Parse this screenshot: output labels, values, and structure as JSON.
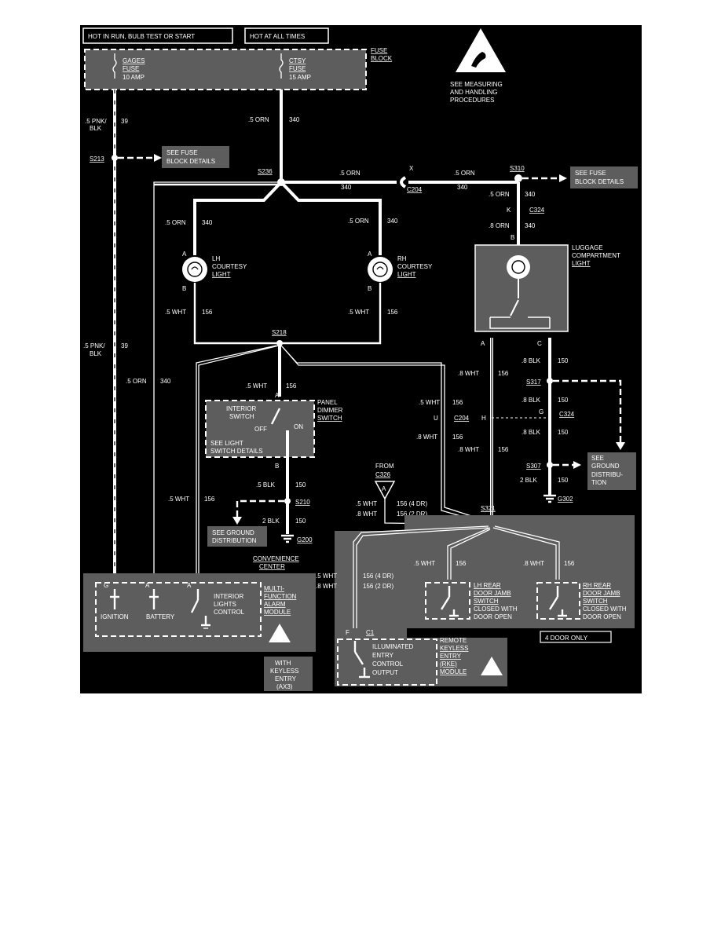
{
  "colors": {
    "background": "#000000",
    "page": "#ffffff",
    "shade": "#5d5d5d",
    "wire": "#ffffff"
  },
  "header": {
    "hot_run": "HOT IN RUN, BULB TEST OR START",
    "hot_all": "HOT AT ALL TIMES"
  },
  "fuse_block": {
    "label": [
      "FUSE",
      "BLOCK"
    ],
    "gages": [
      "GAGES",
      "FUSE",
      "10 AMP"
    ],
    "ctsy": [
      "CTSY",
      "FUSE",
      "15 AMP"
    ]
  },
  "esd_note": [
    "SEE MEASURING",
    "AND HANDLING",
    "PROCEDURES"
  ],
  "wires": {
    "pnk_top": [
      ".5 PNK/",
      "BLK"
    ],
    "w39": "39",
    "orn340_a": ".5 ORN",
    "n340": "340",
    "s213": "S213",
    "see_fuse_a": [
      "SEE FUSE",
      "BLOCK DETAILS"
    ],
    "s236": "S236",
    "orn_right_a": ".5 ORN",
    "x": "X",
    "c204_top": "C204",
    "orn_right_b": ".5 ORN",
    "s310": "S310",
    "see_fuse_b": [
      "SEE FUSE",
      "BLOCK DETAILS"
    ],
    "orn_lh": ".5 ORN",
    "orn_rh": ".5 ORN",
    "orn_lug_a": ".5 ORN",
    "k": "K",
    "c324_top": "C324",
    "orn_lug_b": ".8 ORN",
    "b_lug": "B",
    "wht_lh": ".5 WHT",
    "n156": "156",
    "wht_rh": ".5 WHT",
    "s218": "S218",
    "pnk_mid": [
      ".5 PNK/",
      "BLK"
    ],
    "orn_left": ".5 ORN",
    "wht_dim": ".5 WHT",
    "a_dim": "A",
    "b_dim": "B",
    "blk_dim": ".5 BLK",
    "n150": "150",
    "s210": "S210",
    "blk2": "2 BLK",
    "g200": "G200",
    "see_ground_a": [
      "SEE GROUND",
      "DISTRIBUTION"
    ],
    "wht_left": ".5 WHT",
    "wht_c204": ".5 WHT",
    "u": "U",
    "c204_mid": "C204",
    "wht_c204b": ".8 WHT",
    "wht_lug": ".8 WHT",
    "wht_lug_b": ".8 WHT",
    "h": "H",
    "a_lug": "A",
    "c_lug": "C",
    "blk_lug_a": ".8 BLK",
    "s317": "S317",
    "blk_lug_b": ".8 BLK",
    "g": "G",
    "c324_mid": "C324",
    "blk_lug_c": ".8 BLK",
    "s307": "S307",
    "blk_lug_d": "2 BLK",
    "g302": "G302",
    "see_ground_b": [
      "SEE",
      "GROUND",
      "DISTRIBU-",
      "TION"
    ],
    "from": [
      "FROM",
      "C326"
    ],
    "from_a": "A",
    "wht_4dr": ".5 WHT",
    "n156_4dr": "156 (4 DR)",
    "wht_2dr": ".8 WHT",
    "n156_2dr": "156 (2 DR)",
    "s321": "S321",
    "wht_lhr": ".5 WHT",
    "wht_rhr": ".8 WHT",
    "wht_rke_a": ".5 WHT",
    "wht_rke_b": ".8 WHT",
    "f": "F",
    "c1": "C1"
  },
  "components": {
    "lh_courtesy": [
      "LH",
      "COURTESY",
      "LIGHT"
    ],
    "rh_courtesy": [
      "RH",
      "COURTESY",
      "LIGHT"
    ],
    "luggage": [
      "LUGGAGE",
      "COMPARTMENT",
      "LIGHT"
    ],
    "panel_dimmer": [
      "PANEL",
      "DIMMER",
      "SWITCH"
    ],
    "interior_switch": [
      "INTERIOR",
      "SWITCH"
    ],
    "off": "OFF",
    "on": "ON",
    "see_light": [
      "SEE LIGHT",
      "SWITCH DETAILS"
    ],
    "convenience": [
      "CONVENIENCE",
      "CENTER"
    ],
    "g_pin": "G",
    "ignition": "IGNITION",
    "battery": "BATTERY",
    "interior_lights": [
      "INTERIOR",
      "LIGHTS",
      "CONTROL"
    ],
    "mfa": [
      "MULTI-",
      "FUNCTION",
      "ALARM",
      "MODULE"
    ],
    "keyless": [
      "WITH",
      "KEYLESS",
      "ENTRY",
      "(AX3)"
    ],
    "lh_rear": [
      "LH REAR",
      "DOOR JAMB",
      "SWITCH",
      "CLOSED WITH",
      "DOOR OPEN"
    ],
    "rh_rear": [
      "RH REAR",
      "DOOR JAMB",
      "SWITCH",
      "CLOSED WITH",
      "DOOR OPEN"
    ],
    "four_door": "4 DOOR ONLY",
    "illum": [
      "ILLUMINATED",
      "ENTRY",
      "CONTROL",
      "OUTPUT"
    ],
    "rke": [
      "REMOTE",
      "KEYLESS",
      "ENTRY",
      "(RKE)",
      "MODULE"
    ]
  }
}
